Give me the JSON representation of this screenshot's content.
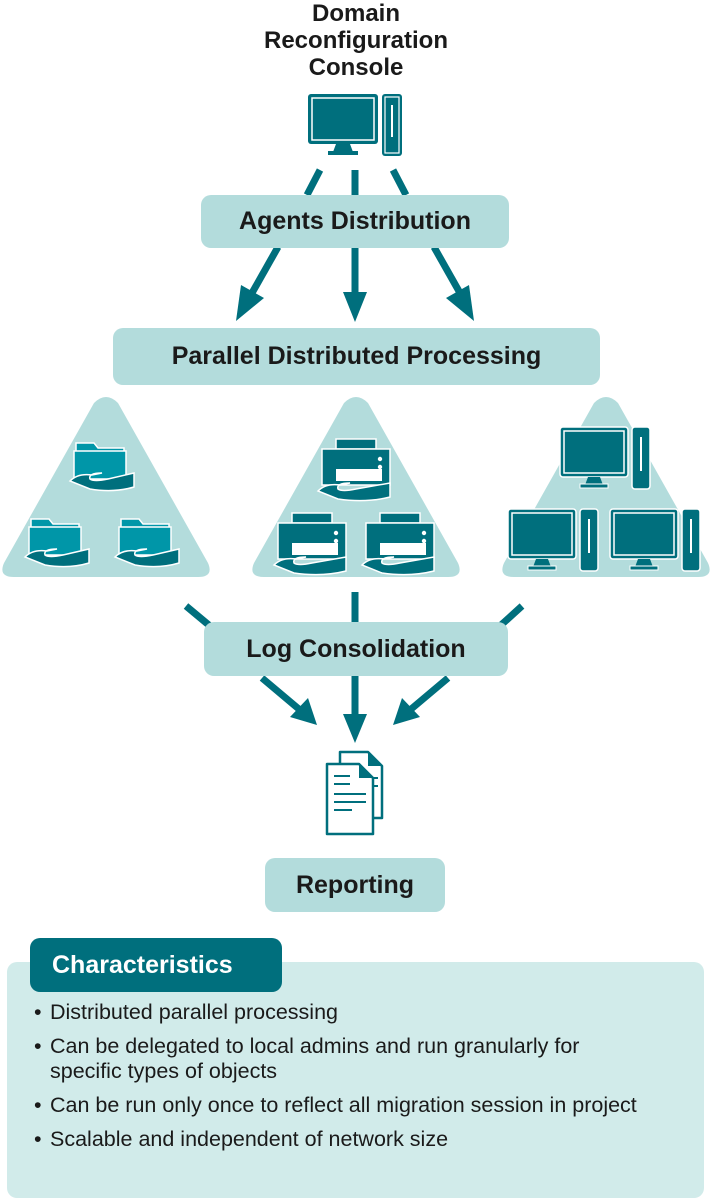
{
  "title": {
    "lines": [
      "Domain",
      "Reconfiguration",
      "Console"
    ]
  },
  "nodes": {
    "agents_distribution": "Agents Distribution",
    "parallel_processing": "Parallel Distributed Processing",
    "log_consolidation": "Log Consolidation",
    "reporting": "Reporting"
  },
  "groups": [
    {
      "name": "folders",
      "icon": "folder-in-hand-icon",
      "count": 3
    },
    {
      "name": "printers",
      "icon": "printer-in-hand-icon",
      "count": 3
    },
    {
      "name": "computers",
      "icon": "desktop-computer-icon",
      "count": 3
    }
  ],
  "icons": {
    "console": "desktop-computer-icon",
    "report": "documents-icon"
  },
  "characteristics": {
    "heading": "Characteristics",
    "items": [
      "Distributed parallel processing",
      "Can be delegated to local admins and run granularly for specific types of objects",
      "Can be run only once to reflect all migration session in project",
      "Scalable and independent of network size"
    ]
  },
  "colors": {
    "accent": "#006f7d",
    "box_fill": "#b3dcdc",
    "panel_fill": "#d1ebea",
    "icon_light": "#0096a8"
  }
}
